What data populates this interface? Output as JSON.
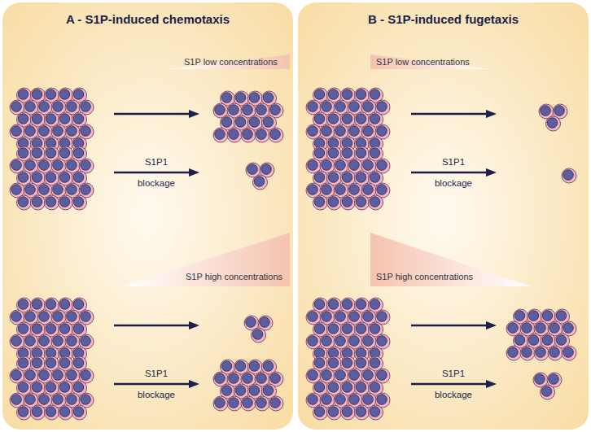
{
  "diagram": {
    "nodes": [
      {
        "text": [
          "A - S1P-induced chemotaxis"
        ]
      },
      {
        "text": [
          "B - S1P-induced fugetaxis"
        ]
      }
    ],
    "labels": [
      "S1P low concentrations",
      "S1P1 blockage",
      "S1P high concentrations",
      "S1P1 blockage",
      "S1P low concentrations",
      "S1P1 blockage",
      "S1P high concentrations",
      "S1P1 blockage"
    ]
  }
}
